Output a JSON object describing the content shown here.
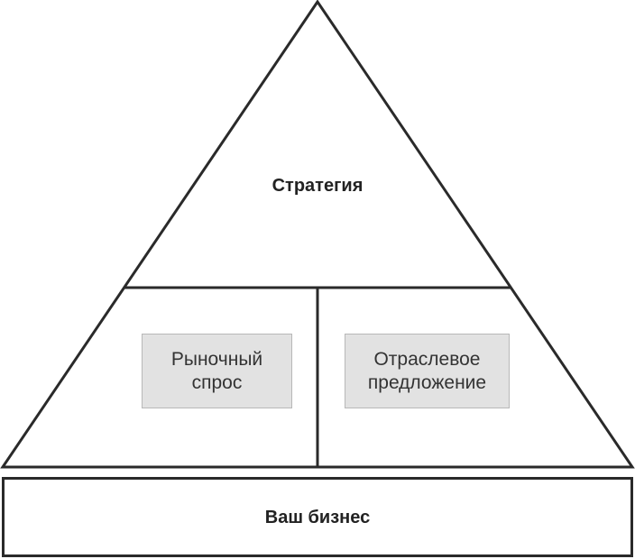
{
  "diagram": {
    "type": "pyramid",
    "top": {
      "label": "Стратегия"
    },
    "middle_left": {
      "line1": "Рыночный",
      "line2": "спрос"
    },
    "middle_right": {
      "line1": "Отраслевое",
      "line2": "предложение"
    },
    "base": {
      "label": "Ваш бизнес"
    },
    "colors": {
      "stroke": "#2a2a2a",
      "box_fill": "#e2e2e2",
      "box_border": "#b8b8b8",
      "text": "#222222"
    }
  }
}
